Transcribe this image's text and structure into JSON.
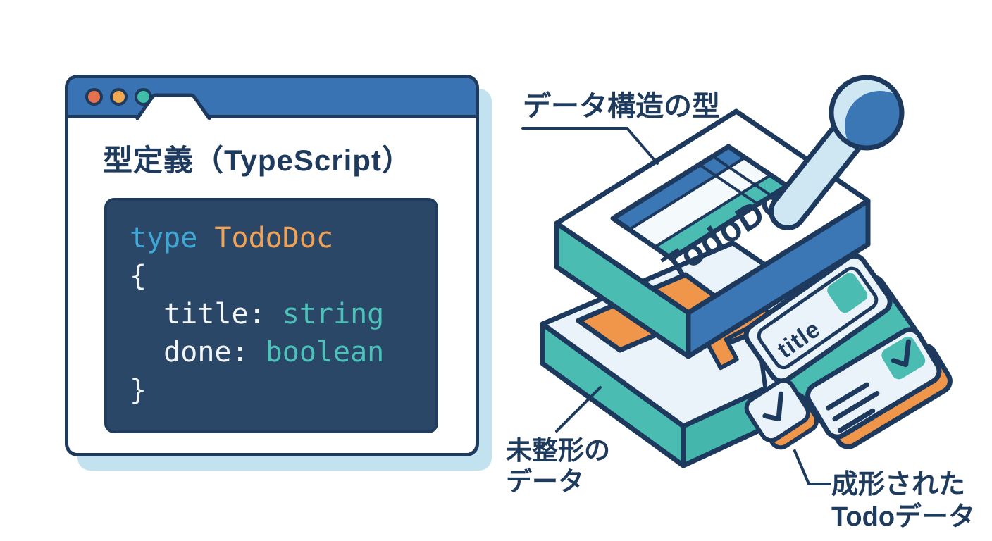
{
  "window": {
    "title": "型定義（TypeScript）",
    "titlebar_color": "#3a73b4",
    "traffic_lights": [
      {
        "name": "red",
        "color": "#e5714d"
      },
      {
        "name": "yellow",
        "color": "#f2a952"
      },
      {
        "name": "green",
        "color": "#3fbfa9"
      }
    ],
    "code": {
      "background": "#2b4768",
      "colors": {
        "keyword": "#3fa7d6",
        "type_name": "#f0a356",
        "plain": "#f2f6f8",
        "builtin_type": "#4cc2b9"
      },
      "lines": [
        {
          "tokens": [
            {
              "text": "type ",
              "style": "keyword"
            },
            {
              "text": "TodoDoc",
              "style": "type_name"
            }
          ]
        },
        {
          "tokens": [
            {
              "text": "{",
              "style": "plain"
            }
          ]
        },
        {
          "tokens": [
            {
              "text": "  title: ",
              "style": "plain"
            },
            {
              "text": "string",
              "style": "builtin_type"
            }
          ]
        },
        {
          "tokens": [
            {
              "text": "  done: ",
              "style": "plain"
            },
            {
              "text": "boolean",
              "style": "builtin_type"
            }
          ]
        },
        {
          "tokens": [
            {
              "text": "}",
              "style": "plain"
            }
          ]
        }
      ]
    }
  },
  "illustration": {
    "stamp_text": "TodoDoc",
    "title_card_text": "title",
    "labels": {
      "stamp": "データ構造の型",
      "raw_line1": "未整形の",
      "raw_line2": "データ",
      "formed_line1": "成形された",
      "formed_line2": "Todoデータ"
    },
    "colors": {
      "outline": "#1d3a5e",
      "blue": "#3b76b5",
      "light_blue": "#cfe6f3",
      "teal": "#4abcb2",
      "orange": "#ef964b",
      "surface": "#eaf3f9",
      "shadow": "#c3e2ef"
    }
  }
}
